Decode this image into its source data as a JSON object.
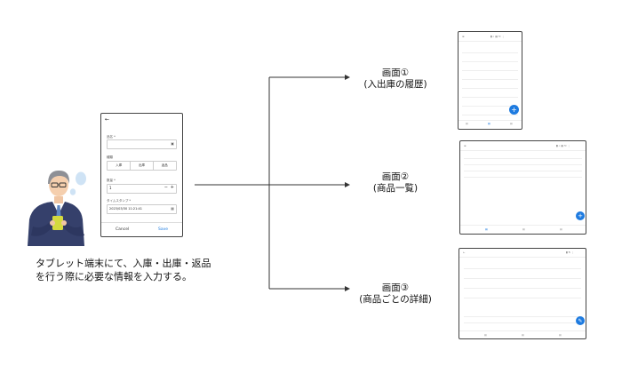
{
  "caption": {
    "line1": "タブレット端末にて、入庫・出庫・返品",
    "line2": "を行う際に必要な情報を入力する。"
  },
  "form": {
    "back": "←",
    "field1_label": "品名 *",
    "type_label": "種類",
    "type_options": [
      "入庫",
      "出庫",
      "返品"
    ],
    "qty_label": "数量 *",
    "qty_value": "1",
    "minus": "−",
    "plus": "+",
    "timestamp_label": "タイムスタンプ *",
    "timestamp_value": "2023/03/30 11:21:41",
    "cancel": "Cancel",
    "save": "Save"
  },
  "screens": [
    {
      "title": "画面①",
      "subtitle": "(入出庫の履歴)"
    },
    {
      "title": "画面②",
      "subtitle": "(商品一覧)"
    },
    {
      "title": "画面③",
      "subtitle": "(商品ごとの詳細)"
    }
  ],
  "colors": {
    "accent": "#1e7be0",
    "arrow": "#333333"
  }
}
